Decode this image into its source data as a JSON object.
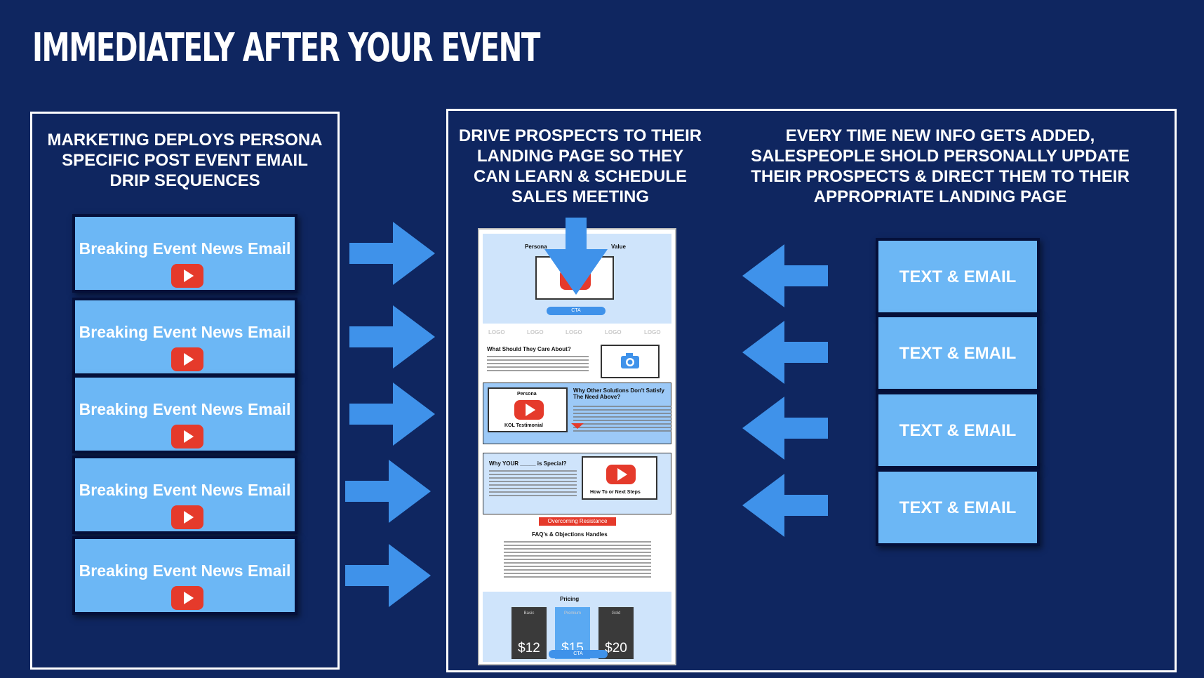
{
  "title": "IMMEDIATELY AFTER YOUR EVENT",
  "left_panel": {
    "heading": "MARKETING DEPLOYS PERSONA SPECIFIC POST EVENT EMAIL DRIP SEQUENCES",
    "emails": [
      {
        "label": "Breaking Event News Email",
        "icon": "youtube-play-icon"
      },
      {
        "label": "Breaking Event News Email",
        "icon": "youtube-play-icon"
      },
      {
        "label": "Breaking Event News Email",
        "icon": "youtube-play-icon"
      },
      {
        "label": "Breaking Event News Email",
        "icon": "youtube-play-icon"
      },
      {
        "label": "Breaking Event News Email",
        "icon": "youtube-play-icon"
      }
    ]
  },
  "middle": {
    "heading": "DRIVE PROSPECTS TO THEIR LANDING PAGE SO THEY CAN LEARN & SCHEDULE SALES MEETING"
  },
  "right": {
    "heading": "EVERY TIME NEW INFO GETS ADDED, SALESPEOPLE SHOLD PERSONALLY UPDATE THEIR PROSPECTS & DIRECT THEM TO THEIR APPROPRIATE LANDING PAGE",
    "cards": [
      {
        "label": "TEXT & EMAIL"
      },
      {
        "label": "TEXT & EMAIL"
      },
      {
        "label": "TEXT & EMAIL"
      },
      {
        "label": "TEXT & EMAIL"
      }
    ]
  },
  "landing_page": {
    "hero_left": "Persona",
    "hero_right": "Value",
    "cta": "CTA",
    "logos": [
      "LOGO",
      "LOGO",
      "LOGO",
      "LOGO",
      "LOGO"
    ],
    "care_heading": "What Should They Care About?",
    "testimonial_top": "Persona",
    "testimonial_bottom": "KOL Testimonial",
    "why_other_heading": "Why Other Solutions Don't Satisfy The Need Above?",
    "special_heading": "Why YOUR _____ is Special?",
    "next_steps": "How To or Next Steps",
    "resistance_banner": "Overcoming Resistance",
    "faq_heading": "FAQ's & Objections Handles",
    "pricing_heading": "Pricing",
    "plans": [
      {
        "name": "Basic",
        "price": "$12"
      },
      {
        "name": "Premium",
        "price": "$15"
      },
      {
        "name": "Gold",
        "price": "$20"
      }
    ],
    "cta_bottom": "CTA"
  },
  "colors": {
    "background": "#0f2660",
    "card": "#6cb7f5",
    "arrow": "#3f92ea",
    "youtube": "#e53a2b"
  }
}
